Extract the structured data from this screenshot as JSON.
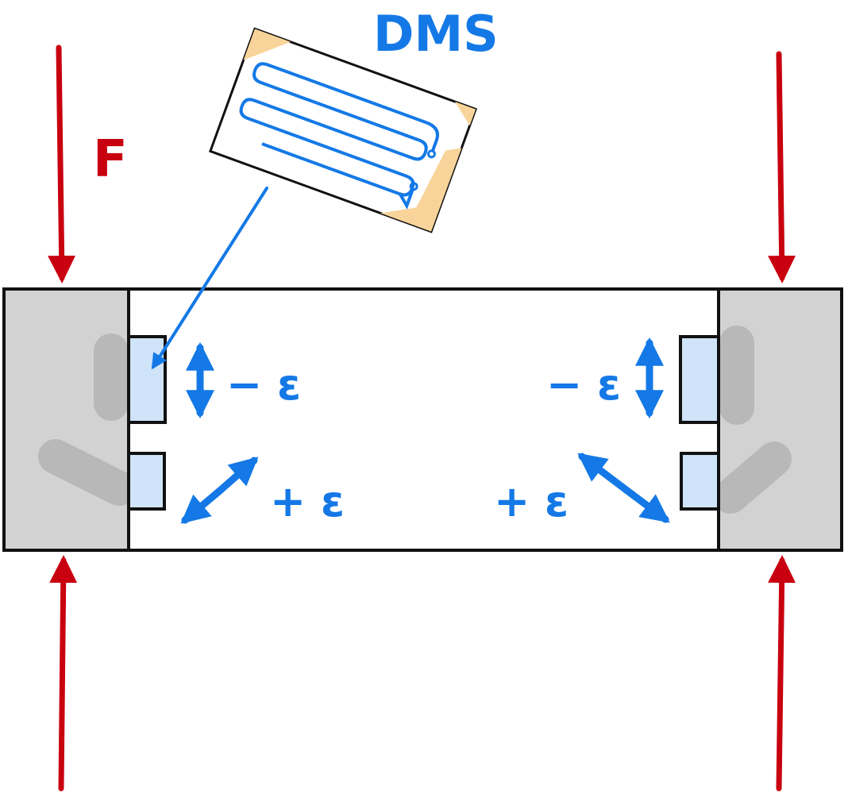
{
  "labels": {
    "force": "F",
    "gauge": "DMS",
    "strain_left_top": "− ε",
    "strain_left_bottom": "+ ε",
    "strain_right_top": "− ε",
    "strain_right_bottom": "+ ε"
  },
  "colors": {
    "force": "#c8000f",
    "annotation": "#1479e6",
    "gauge_fill": "#cfe3f9",
    "gauge_backing": "#f8d49a",
    "block_fill": "#d2d2d2",
    "block_shadow": "#b8b8b8",
    "outline": "#111111"
  },
  "icons": {
    "force_arrow": "arrow-down-icon / arrow-up-icon",
    "strain_vertical": "double-vertical-arrow-icon",
    "strain_diagonal": "double-diagonal-arrow-icon",
    "gauge": "strain-gauge-icon"
  }
}
